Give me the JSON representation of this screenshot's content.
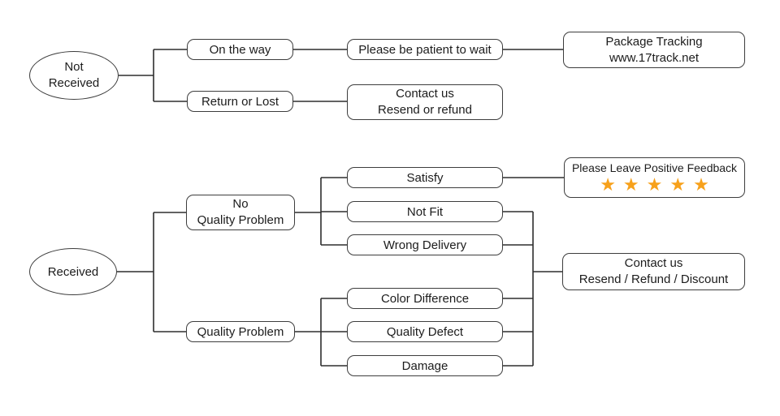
{
  "diagram": {
    "type": "flowchart",
    "colors": {
      "background": "#ffffff",
      "line": "#2e2e2e",
      "box_border": "#3d3d3d",
      "text": "#1c1c1c",
      "star": "#F7A11B"
    },
    "nodes": {
      "not_received": {
        "line1": "Not",
        "line2": "Received"
      },
      "on_the_way": {
        "label": "On the way"
      },
      "return_or_lost": {
        "label": "Return or Lost"
      },
      "be_patient": {
        "label": "Please be patient to wait"
      },
      "package_tracking": {
        "line1": "Package Tracking",
        "line2": "www.17track.net"
      },
      "contact_resend_refund": {
        "line1": "Contact us",
        "line2": "Resend or refund"
      },
      "received": {
        "label": "Received"
      },
      "no_quality_problem": {
        "line1": "No",
        "line2": "Quality Problem"
      },
      "quality_problem": {
        "label": "Quality Problem"
      },
      "satisfy": {
        "label": "Satisfy"
      },
      "not_fit": {
        "label": "Not Fit"
      },
      "wrong_delivery": {
        "label": "Wrong Delivery"
      },
      "color_difference": {
        "label": "Color Difference"
      },
      "quality_defect": {
        "label": "Quality Defect"
      },
      "damage": {
        "label": "Damage"
      },
      "positive_feedback": {
        "title": "Please Leave Positive Feedback",
        "stars": "★★★★★",
        "star_count": 5
      },
      "contact_resend_refund_discount": {
        "line1": "Contact us",
        "line2": "Resend / Refund / Discount"
      }
    }
  }
}
